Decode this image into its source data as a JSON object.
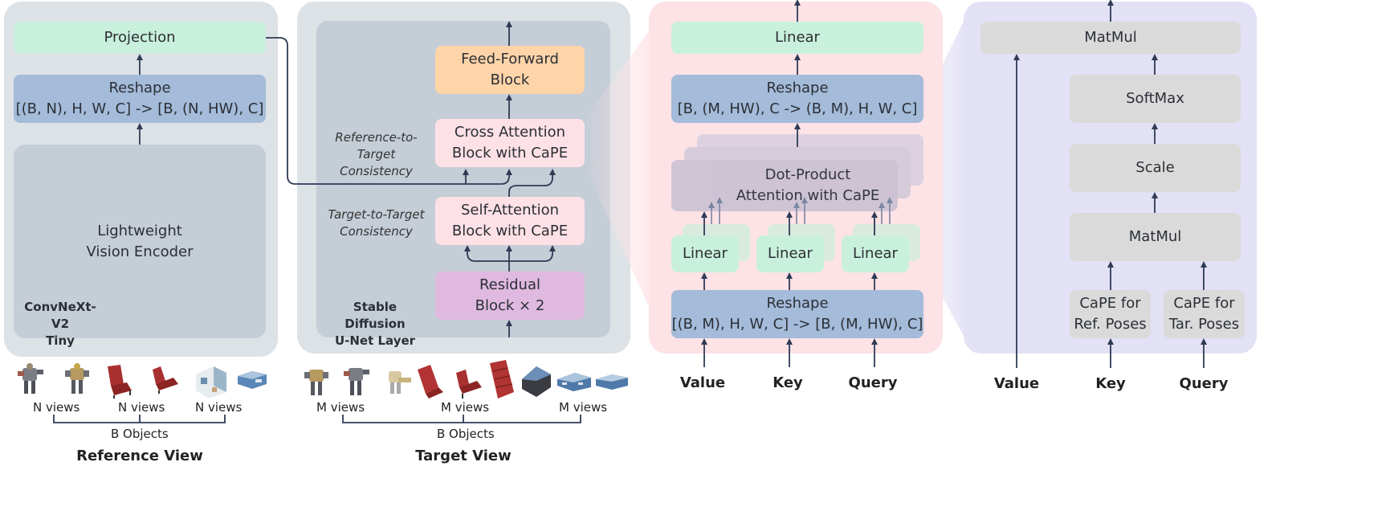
{
  "reference": {
    "projection": "Projection",
    "reshape": "Reshape\n[(B, N), H, W, C] -> [B, (N, HW), C]",
    "encoder": "Lightweight\nVision Encoder",
    "model_name": "ConvNeXt-V2\nTiny",
    "views": [
      "N views",
      "N views",
      "N views"
    ],
    "objects": "B Objects",
    "title": "Reference View"
  },
  "target": {
    "feed_forward": "Feed-Forward\nBlock",
    "cross_attention": "Cross Attention\nBlock with CaPE",
    "self_attention": "Self-Attention\nBlock with CaPE",
    "residual": "Residual\nBlock × 2",
    "ref_consistency": "Reference-to-Target\nConsistency",
    "tar_consistency": "Target-to-Target\nConsistency",
    "layer_name": "Stable Diffusion\nU-Net Layer",
    "views": [
      "M views",
      "M views",
      "M views"
    ],
    "objects": "B Objects",
    "title": "Target View"
  },
  "attention": {
    "linear_out": "Linear",
    "reshape_out": "Reshape\n[B, (M, HW), C -> (B, M), H, W, C]",
    "dot_product": "Dot-Product\nAttention with CaPE",
    "linears": [
      "Linear",
      "Linear",
      "Linear"
    ],
    "reshape_in": "Reshape\n[(B, M), H, W, C] -> [B, (M, HW), C]",
    "inputs": [
      "Value",
      "Key",
      "Query"
    ]
  },
  "dot_product": {
    "matmul_top": "MatMul",
    "softmax": "SoftMax",
    "scale": "Scale",
    "matmul_bottom": "MatMul",
    "cape_ref": "CaPE for\nRef. Poses",
    "cape_tar": "CaPE for\nTar. Poses",
    "inputs": [
      "Value",
      "Key",
      "Query"
    ]
  },
  "colors": {
    "panel_gray": "#dde2e6",
    "inner_gray": "#c5cdd6",
    "green": "#c9f0dc",
    "blue": "#a4bbd9",
    "orange": "#fed4a8",
    "pink": "#fde1e6",
    "purple": "#dfb9e0",
    "pink_panel": "#fde2e6",
    "lavender": "#e2e1f5",
    "light_gray_box": "#dadada",
    "arrow": "#2f3a55"
  },
  "icons": [
    "robot-thumbnail",
    "chair-thumbnail",
    "building-thumbnail"
  ]
}
